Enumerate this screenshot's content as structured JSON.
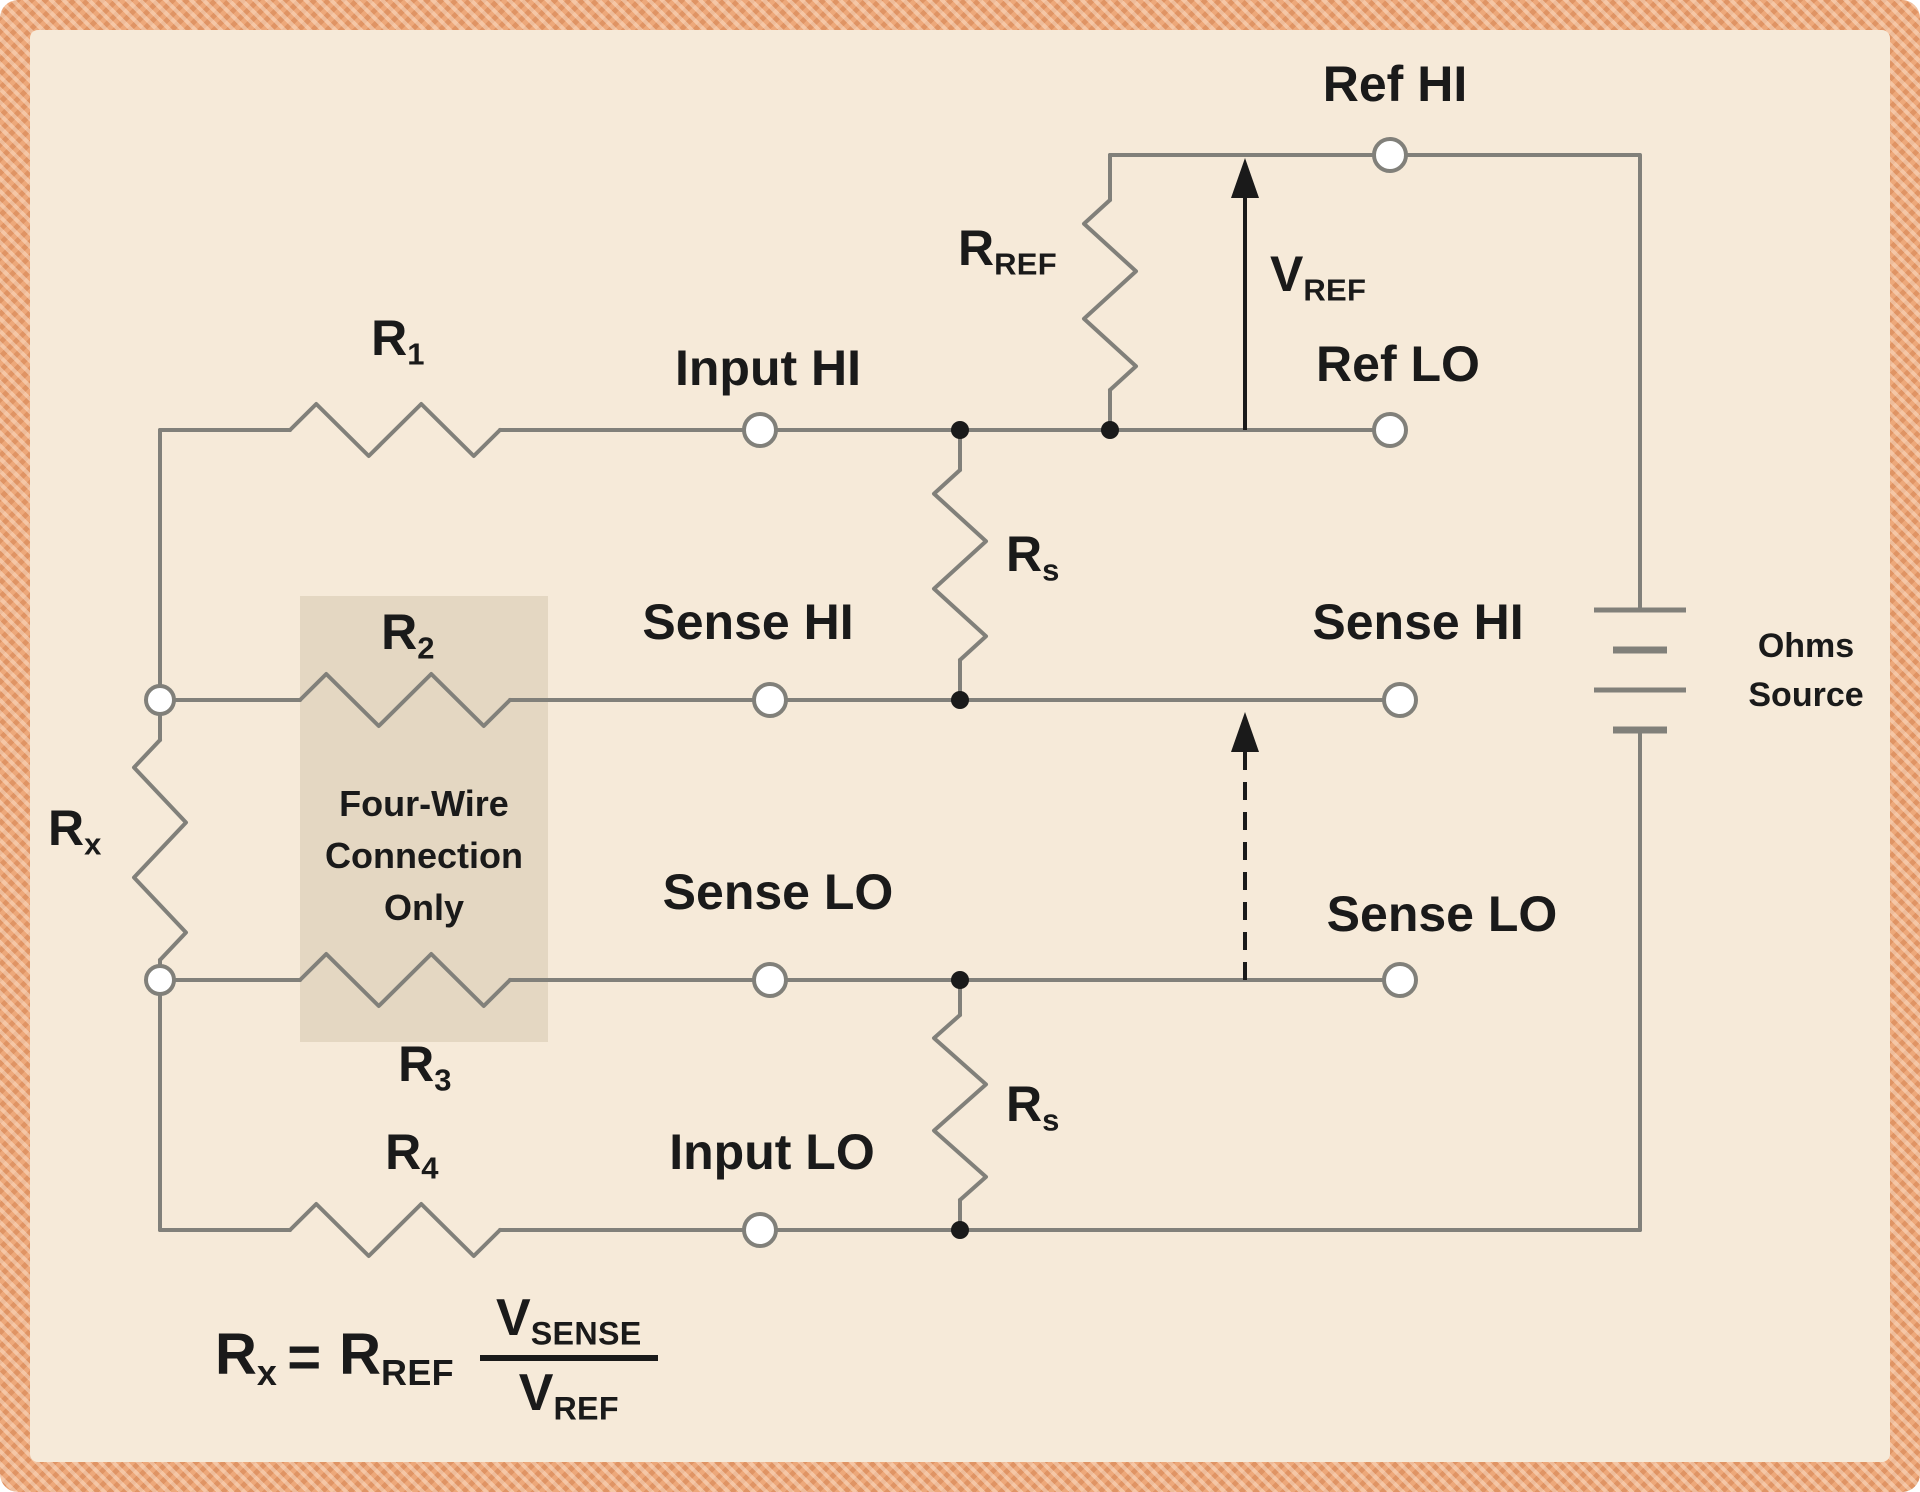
{
  "terminals": {
    "ref_hi": "Ref HI",
    "ref_lo": "Ref LO",
    "input_hi": "Input HI",
    "input_lo": "Input LO",
    "sense_hi_left": "Sense HI",
    "sense_hi_right": "Sense HI",
    "sense_lo_left": "Sense LO",
    "sense_lo_right": "Sense LO"
  },
  "resistors": {
    "r1": {
      "main": "R",
      "sub": "1"
    },
    "r2": {
      "main": "R",
      "sub": "2"
    },
    "r3": {
      "main": "R",
      "sub": "3"
    },
    "r4": {
      "main": "R",
      "sub": "4"
    },
    "rx": {
      "main": "R",
      "sub": "x"
    },
    "rref": {
      "main": "R",
      "sub": "REF"
    },
    "rs_upper": {
      "main": "R",
      "sub": "s"
    },
    "rs_lower": {
      "main": "R",
      "sub": "s"
    }
  },
  "voltages": {
    "vref": {
      "main": "V",
      "sub": "REF"
    }
  },
  "annotations": {
    "four_wire": {
      "line1": "Four-Wire",
      "line2": "Connection",
      "line3": "Only"
    },
    "ohms_source": {
      "line1": "Ohms",
      "line2": "Source"
    }
  },
  "formula": {
    "lhs_main": "R",
    "lhs_sub": "x",
    "equals": "=",
    "coef_main": "R",
    "coef_sub": "REF",
    "num_main": "V",
    "num_sub": "SENSE",
    "den_main": "V",
    "den_sub": "REF"
  },
  "colors": {
    "background": "#f6ead9",
    "border": "#eda87a",
    "wire": "#81807a",
    "text": "#1a1a1a",
    "highlight_box": "#e4d7c2"
  }
}
